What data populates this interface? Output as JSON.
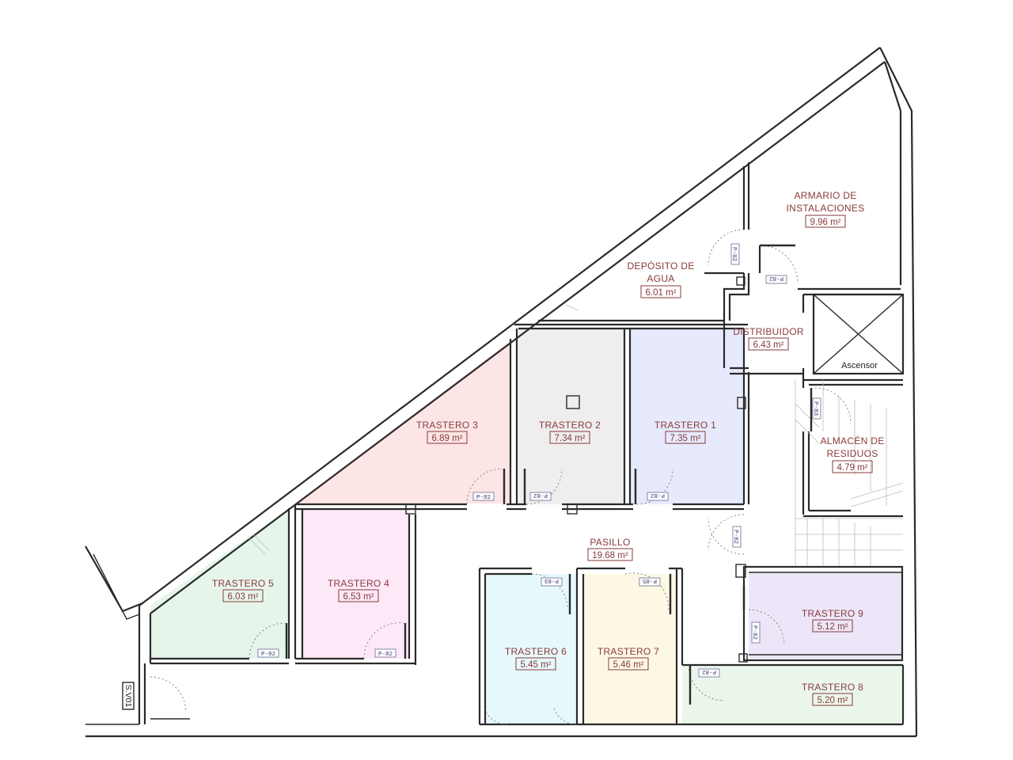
{
  "rooms": {
    "armario": {
      "name_line1": "ARMARIO DE",
      "name_line2": "INSTALACIONES",
      "area": "9.96 m²"
    },
    "deposito": {
      "name_line1": "DEPÓSITO DE",
      "name_line2": "AGUA",
      "area": "6.01 m²"
    },
    "distribuidor": {
      "name": "DISTRIBUIDOR",
      "area": "6.43 m²"
    },
    "almacen": {
      "name_line1": "ALMACÉN DE",
      "name_line2": "RESIDUOS",
      "area": "4.79 m²"
    },
    "trastero1": {
      "name": "TRASTERO 1",
      "area": "7.35 m²",
      "color": "#e6eafc"
    },
    "trastero2": {
      "name": "TRASTERO 2",
      "area": "7.34 m²",
      "color": "#eeeeee"
    },
    "trastero3": {
      "name": "TRASTERO 3",
      "area": "6.89 m²",
      "color": "#fde5e5"
    },
    "trastero4": {
      "name": "TRASTERO 4",
      "area": "6.53 m²",
      "color": "#fce8f7"
    },
    "trastero5": {
      "name": "TRASTERO 5",
      "area": "6.03 m²",
      "color": "#e6f5ea"
    },
    "trastero6": {
      "name": "TRASTERO 6",
      "area": "5.45 m²",
      "color": "#e6f8fc"
    },
    "trastero7": {
      "name": "TRASTERO 7",
      "area": "5.46 m²",
      "color": "#fdf8e3"
    },
    "trastero8": {
      "name": "TRASTERO 8",
      "area": "5.20 m²",
      "color": "#eaf6ea"
    },
    "trastero9": {
      "name": "TRASTERO 9",
      "area": "5.12 m²",
      "color": "#ece6f8"
    },
    "pasillo": {
      "name": "PASILLO",
      "area": "19.68 m²"
    }
  },
  "ascensor_label": "Ascensor",
  "stair_label": "S.V01",
  "door_tags": {
    "p82": "P-82",
    "p83": "P-83",
    "p85": "P-85"
  },
  "colors": {
    "wall": "#2a2a2a",
    "label": "#8a3a3a",
    "tag": "#33336a"
  }
}
